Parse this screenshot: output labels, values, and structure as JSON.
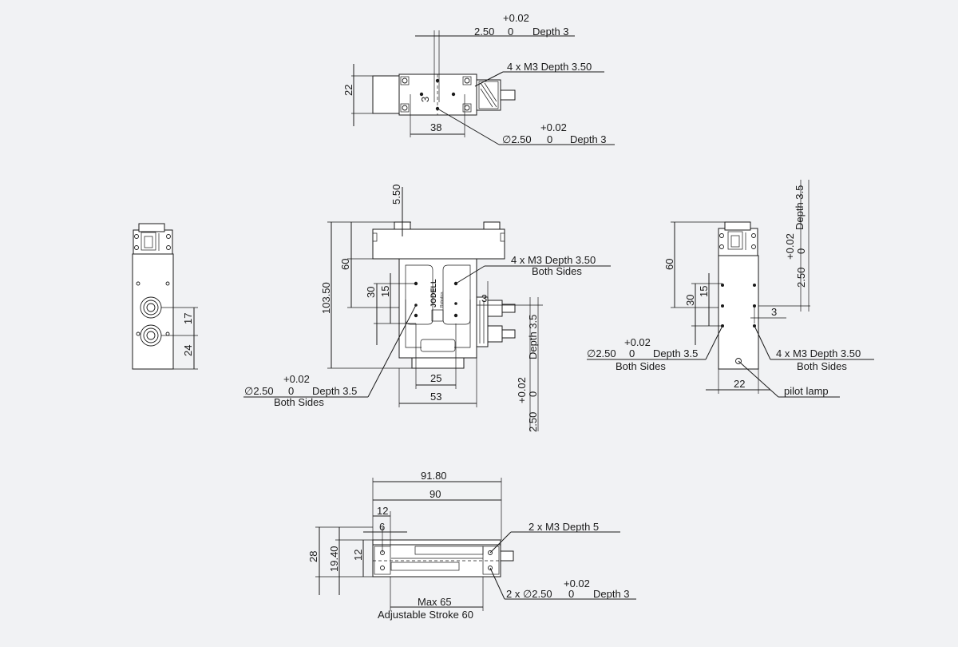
{
  "top_view": {
    "hole_tol_upper": "+0.02",
    "hole_dim_top": "2.50",
    "hole_tol_lower_top": "0",
    "hole_depth_top": "Depth 3",
    "thread_note": "4 x M3 Depth 3.50",
    "dim_22": "22",
    "dim_3": "3",
    "dim_38": "38",
    "pin_tol_upper": "+0.02",
    "pin_note": "∅2.50",
    "pin_tol_lower": "0",
    "pin_depth": "Depth 3"
  },
  "front_view": {
    "dim_5_50": "5.50",
    "dim_103_50": "103.50",
    "dim_60": "60",
    "dim_30": "30",
    "dim_15": "15",
    "thread_note": "4 x M3 Depth 3.50",
    "thread_sides": "Both Sides",
    "dim_3": "3",
    "pin_tol_upper": "+0.02",
    "pin_note": "∅2.50",
    "pin_tol_lower": "0",
    "pin_depth": "Depth 3.5",
    "pin_sides": "Both Sides",
    "dim_25": "25",
    "dim_53": "53",
    "rot_depth": "Depth 3.5",
    "rot_tol_upper": "+0.02",
    "rot_tol_lower": "0",
    "rot_dim": "2.50",
    "logo_text": "JODELL",
    "logo_sub": "Robotics"
  },
  "left_view": {
    "dim_17": "17",
    "dim_24": "24"
  },
  "right_view": {
    "dim_60": "60",
    "dim_30": "30",
    "dim_15": "15",
    "rot_depth": "Depth 3.5",
    "rot_tol_upper": "+0.02",
    "rot_tol_lower": "0",
    "rot_dim": "2.50",
    "dim_3": "3",
    "pin_tol_upper": "+0.02",
    "pin_note": "∅2.50",
    "pin_tol_lower": "0",
    "pin_depth": "Depth 3.5",
    "pin_sides": "Both Sides",
    "thread_note": "4 x M3 Depth 3.50",
    "thread_sides": "Both Sides",
    "dim_22": "22",
    "lamp_label": "pilot lamp"
  },
  "bottom_view": {
    "dim_91_80": "91.80",
    "dim_90": "90",
    "dim_12": "12",
    "dim_6": "6",
    "thread_note": "2 x M3 Depth 5",
    "dim_28": "28",
    "dim_19_40": "19.40",
    "dim_12_v": "12",
    "pin_tol_upper": "+0.02",
    "pin_note": "2 x ∅2.50",
    "pin_tol_lower": "0",
    "pin_depth": "Depth 3",
    "stroke_max": "Max 65",
    "stroke_label": "Adjustable Stroke 60"
  },
  "colors": {
    "background": "#f1f2f4",
    "line": "#1a1a1a",
    "part_fill": "#ffffff"
  }
}
